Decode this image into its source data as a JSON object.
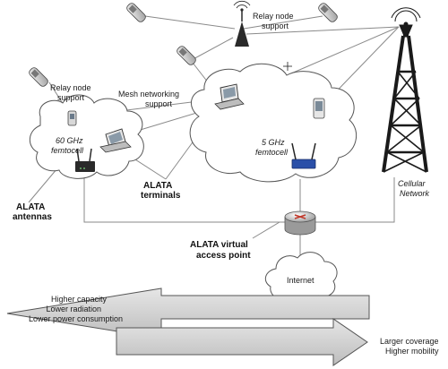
{
  "labels": {
    "relay_top": [
      "Relay node",
      "support"
    ],
    "relay_left": [
      "Relay node",
      "support"
    ],
    "mesh": [
      "Mesh networking",
      "support"
    ],
    "femto60": [
      "60 GHz",
      "femtocell"
    ],
    "femto5": [
      "5 GHz",
      "femtocell"
    ],
    "alata_terminals": [
      "ALATA",
      "terminals"
    ],
    "alata_antennas": [
      "ALATA",
      "antennas"
    ],
    "cellular": [
      "Cellular",
      "Network"
    ],
    "vap": [
      "ALATA virtual",
      "access point"
    ],
    "internet": "Internet"
  },
  "arrows": {
    "left": [
      "Higher capacity",
      "Lower radiation",
      "Lower power consumption"
    ],
    "right": [
      "Larger coverage",
      "Higher mobility"
    ]
  },
  "colors": {
    "line": "#8a8a8a",
    "dark": "#2a2a2a",
    "arrow_fill": "#cfcfcf",
    "router_red": "#c0392b",
    "access_point_blue": "#2a4fa8"
  },
  "icons": {
    "phone": "mobile-phone-icon",
    "relay": "relay-antenna-icon",
    "laptop": "laptop-icon",
    "pda": "pda-icon",
    "router": "wireless-router-icon",
    "ap_hub": "router-hub-icon",
    "tower": "cellular-tower-icon",
    "cloud": "cloud-icon"
  }
}
